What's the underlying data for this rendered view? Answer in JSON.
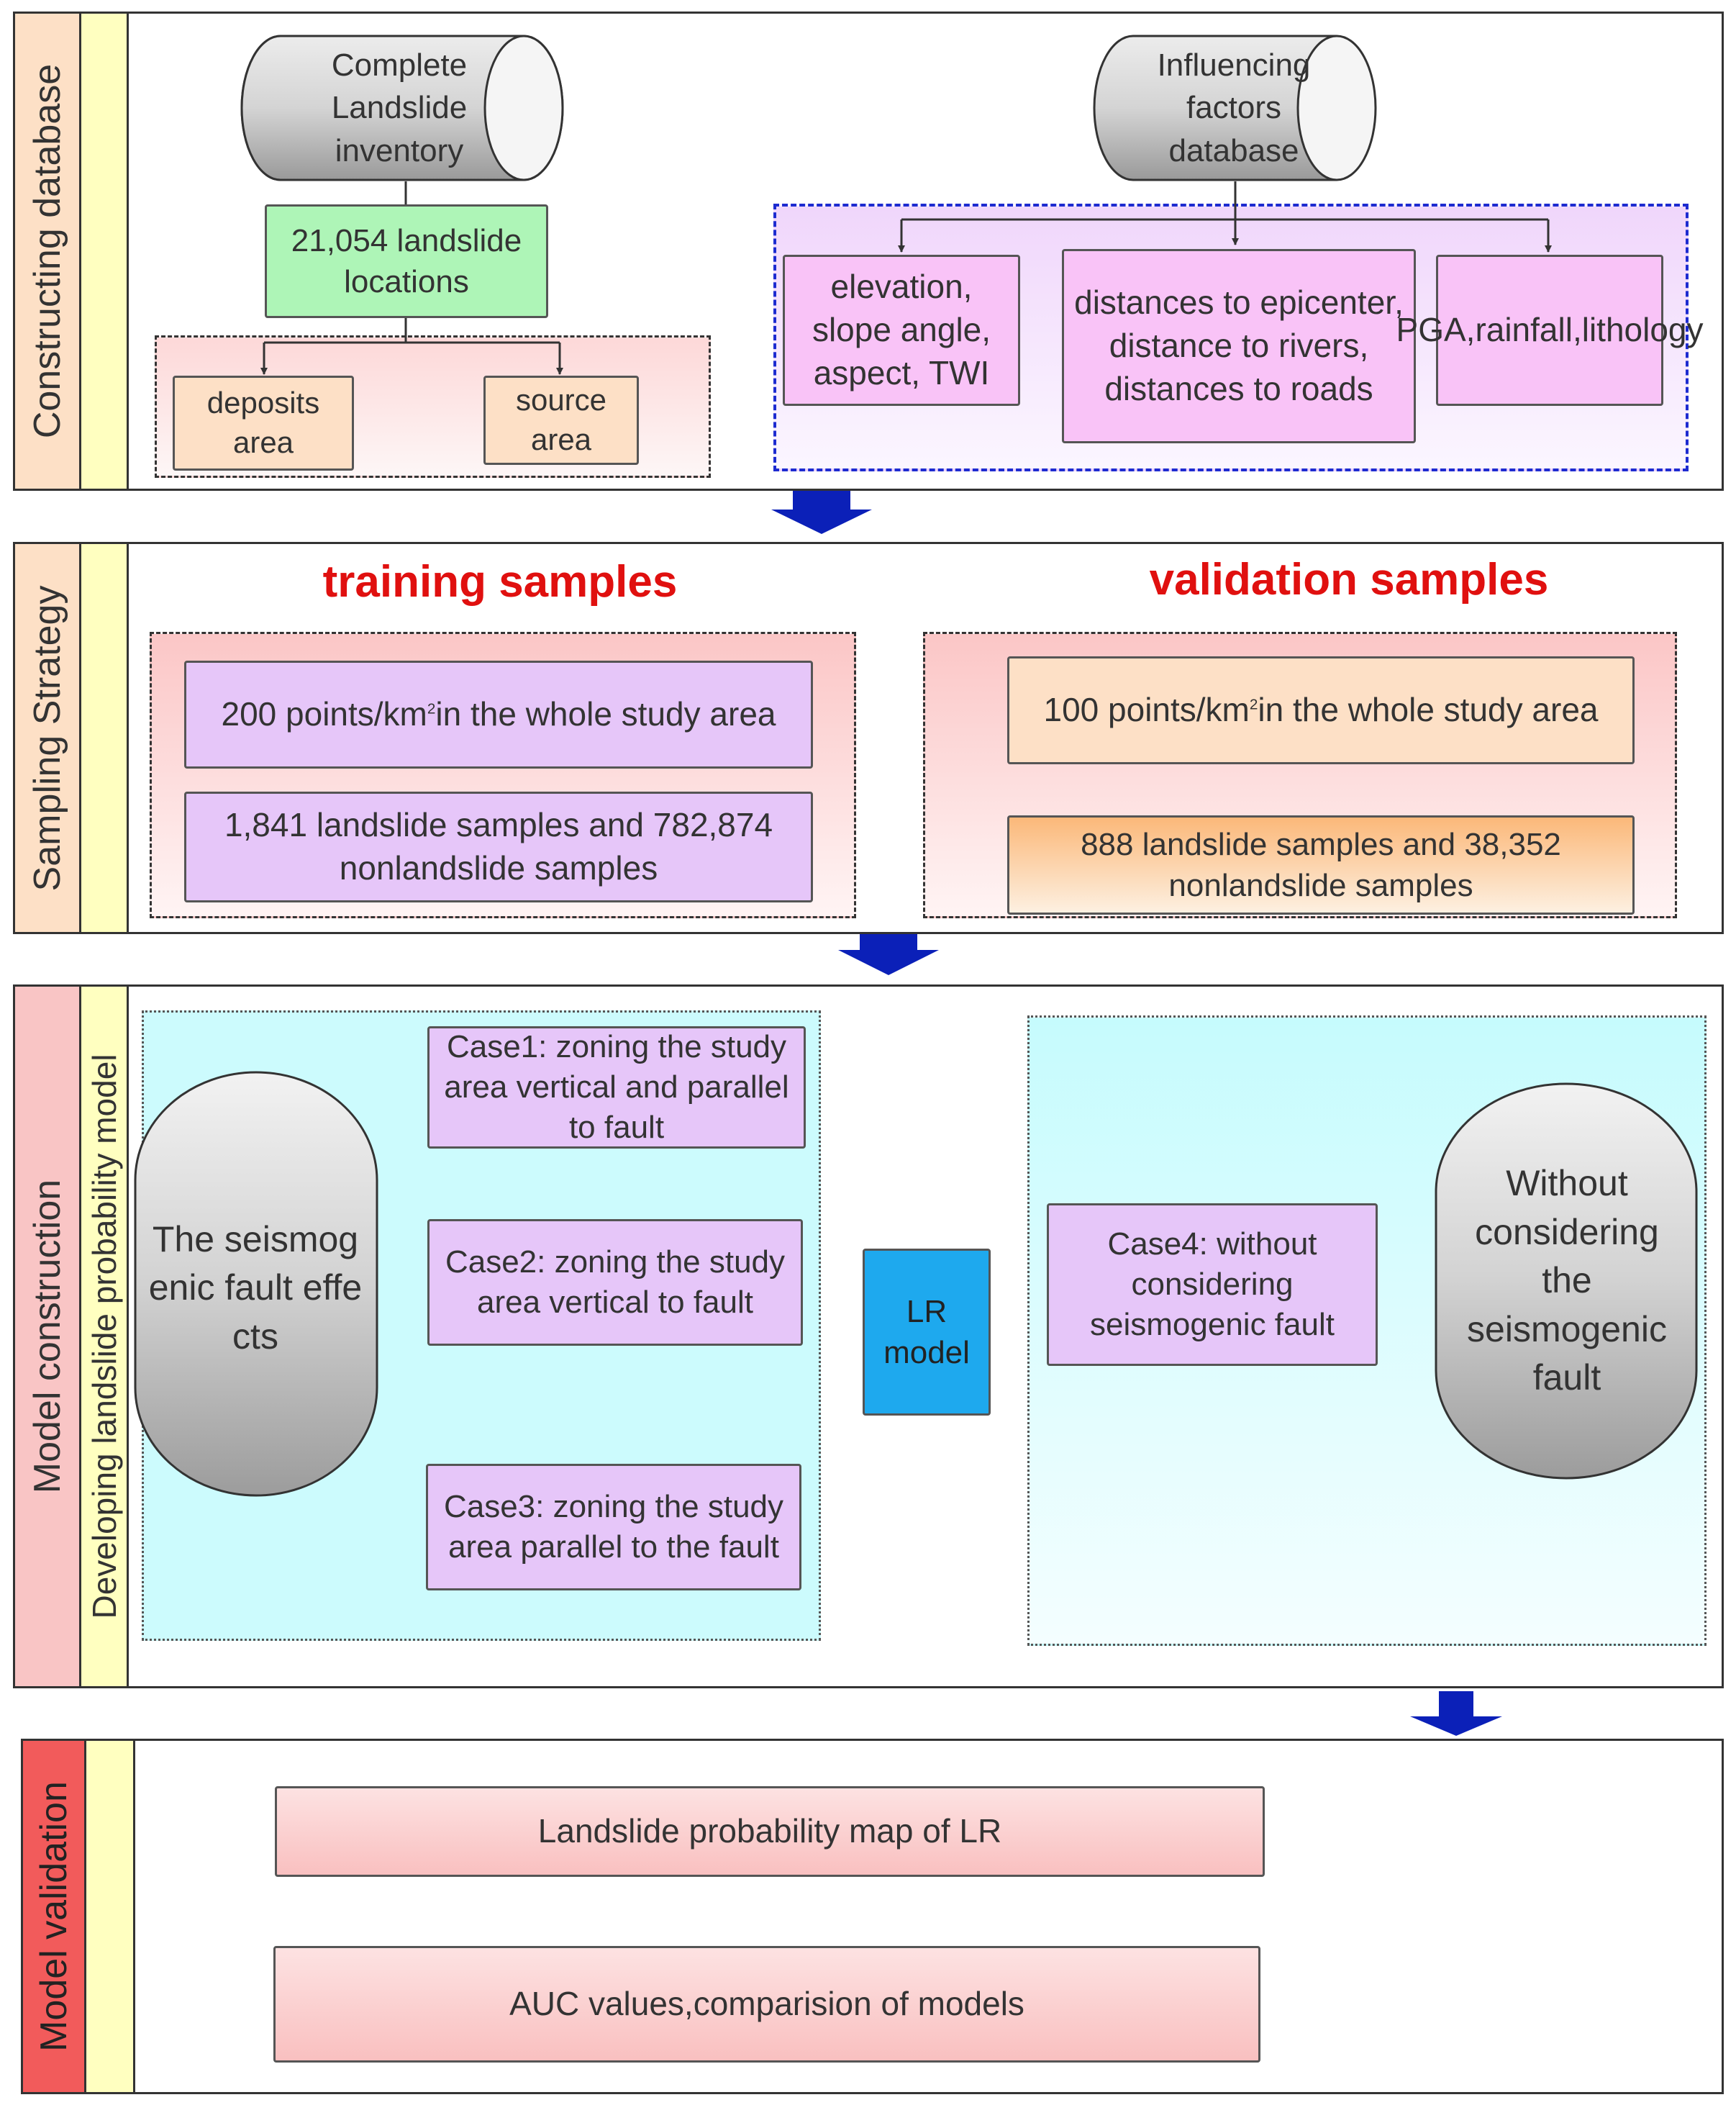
{
  "sections": {
    "database": "Constructing database",
    "sampling": "Sampling Strategy",
    "model": "Model construction",
    "model_sub": "Developing landslide probability model",
    "validation": "Model validation"
  },
  "database": {
    "inventory": "Complete Landslide inventory",
    "factors_db": "Influencing factors database",
    "locations": "21,054 landslide locations",
    "deposits": "deposits area",
    "source": "source area",
    "factor_1": "elevation, slope angle, aspect, TWI",
    "factor_2": "distances to epicenter, distance to rivers, distances to roads",
    "factor_3": "PGA,rainfall,lithology"
  },
  "sampling": {
    "training_title": "training samples",
    "validation_title": "validation samples",
    "train_density": "200 points/km",
    "train_density_sup": "2",
    "train_density_rest": "in the whole study area",
    "train_counts": "1,841 landslide samples and 782,874 nonlandslide samples",
    "val_density": "100 points/km",
    "val_density_sup": "2",
    "val_density_rest": "in the whole study area",
    "val_counts": "888 landslide samples and 38,352 nonlandslide samples"
  },
  "model": {
    "fault_effects": "The seismogenic fault effects",
    "case1": "Case1: zoning the study area vertical and parallel to fault",
    "case2": "Case2: zoning the study area vertical to fault",
    "case3": "Case3: zoning the study area parallel to the fault",
    "lr": "LR model",
    "case4": "Case4: without considering seismogenic fault",
    "without_fault": "Without considering the seismogenic fault"
  },
  "validation": {
    "map": "Landslide probability map of LR",
    "auc": "AUC values,comparision of models"
  },
  "colors": {
    "db_sidebar": "#fde0c6",
    "sampling_sidebar": "#fde0c6",
    "model_sidebar": "#f9c5c5",
    "validation_sidebar": "#f25b5b",
    "stripe": "#ffffc0",
    "arrow": "#0b20b8",
    "lr_box": "#1ea9ee",
    "cyan_area": "#ccfbfd"
  }
}
